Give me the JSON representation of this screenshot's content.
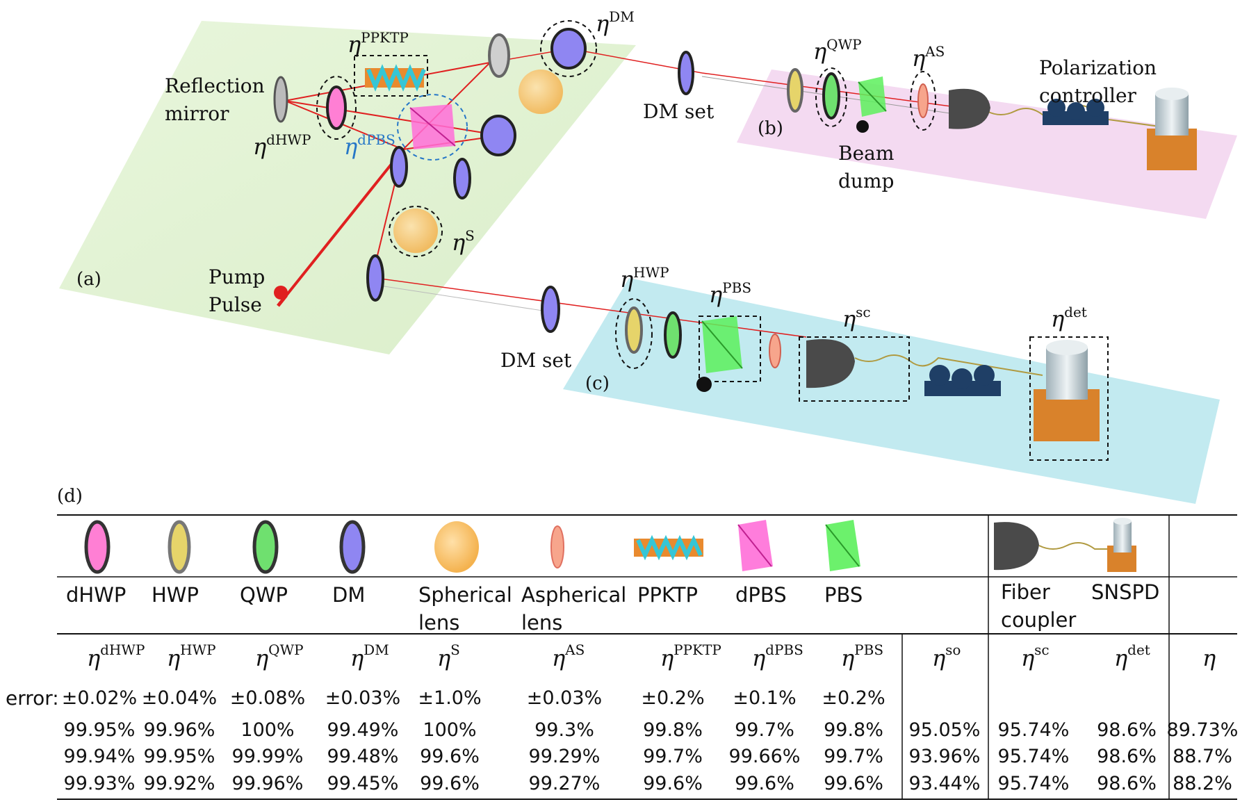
{
  "panels": {
    "a": "(a)",
    "b": "(b)",
    "c": "(c)",
    "d": "(d)"
  },
  "labels": {
    "reflection_mirror": [
      "Reflection",
      "mirror"
    ],
    "pump_pulse": [
      "Pump",
      "Pulse"
    ],
    "dm_set_top": "DM set",
    "dm_set_bottom": "DM set",
    "beam_dump": [
      "Beam",
      "dump"
    ],
    "polarization_controller": [
      "Polarization",
      "controller"
    ]
  },
  "eta_labels": {
    "dHWP": "dHWP",
    "PPKTP": "PPKTP",
    "dPBS": "dPBS",
    "DM": "DM",
    "S": "S",
    "QWP": "QWP",
    "AS": "AS",
    "HWP": "HWP",
    "PBS": "PBS",
    "sc": "sc",
    "det": "det"
  },
  "colors": {
    "board_a": "#dff0cf",
    "board_b": "#f3d6f0",
    "board_c": "#bfe9ef",
    "beam": "#e02020",
    "dhwp": "#ff7fd4",
    "hwp": "#e6d46a",
    "qwp": "#6fe06f",
    "dm": "#8f86f2",
    "lens": "#ffc86e",
    "aspheric": "#f7a58c",
    "pbs": "#5cf05c",
    "dpbs": "#ff6fd8",
    "coupler": "#4a4a4a",
    "paddle": "#1f3f66",
    "snspd_base": "#d9822b",
    "snspd_top": "#cfd7dc"
  },
  "table": {
    "component_names": [
      [
        "dHWP"
      ],
      [
        "HWP"
      ],
      [
        "QWP"
      ],
      [
        "DM"
      ],
      [
        "Spherical",
        "lens"
      ],
      [
        "Aspherical",
        "lens"
      ],
      [
        "PPKTP"
      ],
      [
        "dPBS"
      ],
      [
        "PBS"
      ]
    ],
    "fiber_names": [
      [
        "Fiber",
        "coupler"
      ],
      [
        "SNSPD"
      ]
    ],
    "eta_headers": [
      "dHWP",
      "HWP",
      "QWP",
      "DM",
      "S",
      "AS",
      "PPKTP",
      "dPBS",
      "PBS",
      "so",
      "sc",
      "det",
      ""
    ],
    "error_label": "error:",
    "errors": [
      "±0.02%",
      "±0.04%",
      "±0.08%",
      "±0.03%",
      "±1.0%",
      "±0.03%",
      "±0.2%",
      "±0.1%",
      "±0.2%"
    ],
    "rows": [
      [
        "99.95%",
        "99.96%",
        "100%",
        "99.49%",
        "100%",
        "99.3%",
        "99.8%",
        "99.7%",
        "99.8%",
        "95.05%",
        "95.74%",
        "98.6%",
        "89.73%"
      ],
      [
        "99.94%",
        "99.95%",
        "99.99%",
        "99.48%",
        "99.6%",
        "99.29%",
        "99.7%",
        "99.66%",
        "99.7%",
        "93.96%",
        "95.74%",
        "98.6%",
        "88.7%"
      ],
      [
        "99.93%",
        "99.92%",
        "99.96%",
        "99.45%",
        "99.6%",
        "99.27%",
        "99.6%",
        "99.6%",
        "99.6%",
        "93.44%",
        "95.74%",
        "98.6%",
        "88.2%"
      ]
    ]
  }
}
